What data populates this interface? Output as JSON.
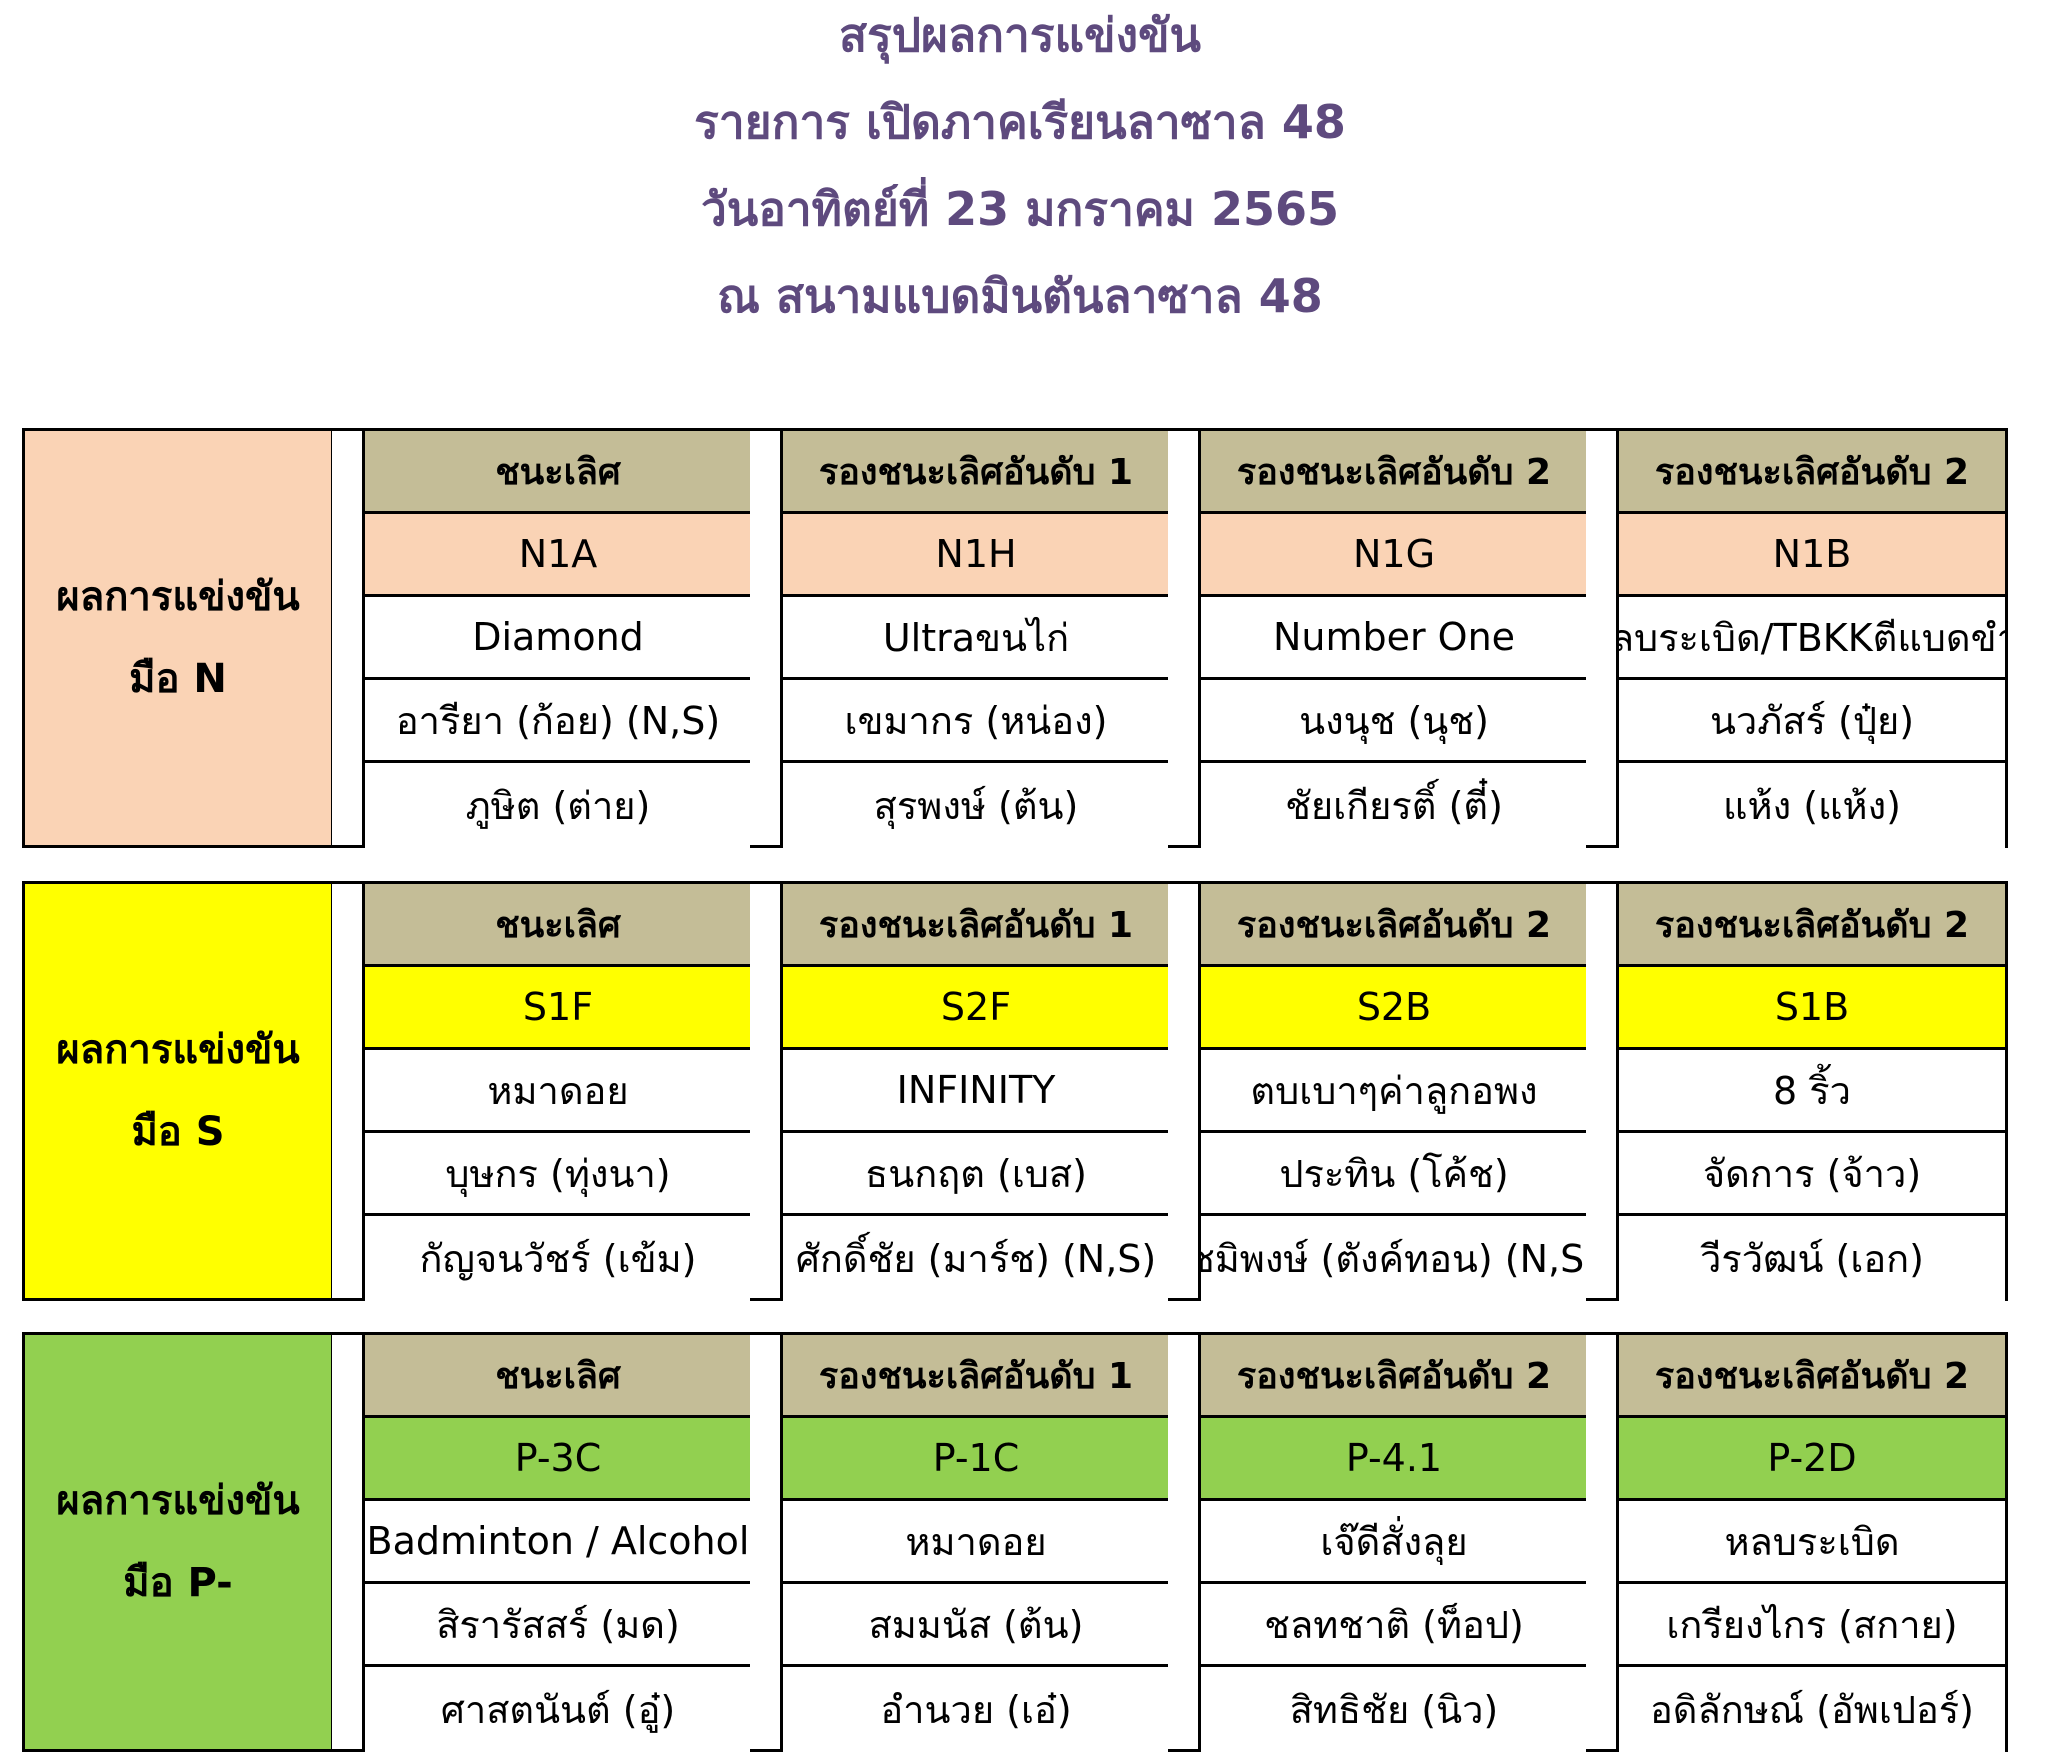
{
  "title": {
    "line1": "สรุปผลการแข่งขัน",
    "line2": "รายการ เปิดภาคเรียนลาซาล 48",
    "line3": "วันอาทิตย์ที่ 23 มกราคม 2565",
    "line4": "ณ สนามแบดมินตันลาซาล 48"
  },
  "colors": {
    "title": "#5e4a7e",
    "header": "#c4bd97",
    "n": "#fad3b5",
    "s": "#ffff00",
    "p": "#92d050"
  },
  "sections": [
    {
      "label_line1": "ผลการแข่งขัน",
      "label_line2": "มือ N",
      "color": "#fad3b5",
      "columns": [
        {
          "header": "ชนะเลิศ",
          "code": "N1A",
          "team": "Diamond",
          "player1": "อารียา (ก้อย) (N,S)",
          "player2": "ภูษิต (ต่าย)"
        },
        {
          "header": "รองชนะเลิศอันดับ 1",
          "code": "N1H",
          "team": "Ultraขนไก่",
          "player1": "เขมากร (หน่อง)",
          "player2": "สุรพงษ์ (ต้น)"
        },
        {
          "header": "รองชนะเลิศอันดับ 2",
          "code": "N1G",
          "team": "Number One",
          "player1": "นงนุช (นุช)",
          "player2": "ชัยเกียรติ์ (ตี๋)"
        },
        {
          "header": "รองชนะเลิศอันดับ 2",
          "code": "N1B",
          "team": "หลบระเบิด/TBKKตีแบดขำๆ",
          "player1": "นวภัสร์ (ปุ๋ย)",
          "player2": "แห้ง (แห้ง)"
        }
      ]
    },
    {
      "label_line1": "ผลการแข่งขัน",
      "label_line2": "มือ S",
      "color": "#ffff00",
      "columns": [
        {
          "header": "ชนะเลิศ",
          "code": "S1F",
          "team": "หมาดอย",
          "player1": "บุษกร (ทุ่งนา)",
          "player2": "กัญจนวัชร์ (เข้ม)"
        },
        {
          "header": "รองชนะเลิศอันดับ 1",
          "code": "S2F",
          "team": "INFINITY",
          "player1": "ธนกฤต (เบส)",
          "player2": "ศักดิ์ชัย (มาร์ช) (N,S)"
        },
        {
          "header": "รองชนะเลิศอันดับ 2",
          "code": "S2B",
          "team": "ตบเบาๆค่าลูกอพง",
          "player1": "ประทิน (โค้ช)",
          "player2": "ชมิพงษ์ (ตังค์ทอน) (N,S)"
        },
        {
          "header": "รองชนะเลิศอันดับ 2",
          "code": "S1B",
          "team": "8 ริ้ว",
          "player1": "จัดการ (จ้าว)",
          "player2": "วีรวัฒน์ (เอก)"
        }
      ]
    },
    {
      "label_line1": "ผลการแข่งขัน",
      "label_line2": "มือ P-",
      "color": "#92d050",
      "columns": [
        {
          "header": "ชนะเลิศ",
          "code": "P-3C",
          "team": "Badminton / Alcohol",
          "player1": "สิรารัสสร์ (มด)",
          "player2": "ศาสตนันต์ (อู๋)"
        },
        {
          "header": "รองชนะเลิศอันดับ 1",
          "code": "P-1C",
          "team": "หมาดอย",
          "player1": "สมมนัส (ต้น)",
          "player2": "อำนวย (เอ๋)"
        },
        {
          "header": "รองชนะเลิศอันดับ 2",
          "code": "P-4.1",
          "team": "เจ๊ดีสั่งลุย",
          "player1": "ชลทชาติ (ท็อป)",
          "player2": "สิทธิชัย (นิว)"
        },
        {
          "header": "รองชนะเลิศอันดับ 2",
          "code": "P-2D",
          "team": "หลบระเบิด",
          "player1": "เกรียงไกร (สกาย)",
          "player2": "อดิลักษณ์ (อัพเปอร์)"
        }
      ]
    }
  ]
}
